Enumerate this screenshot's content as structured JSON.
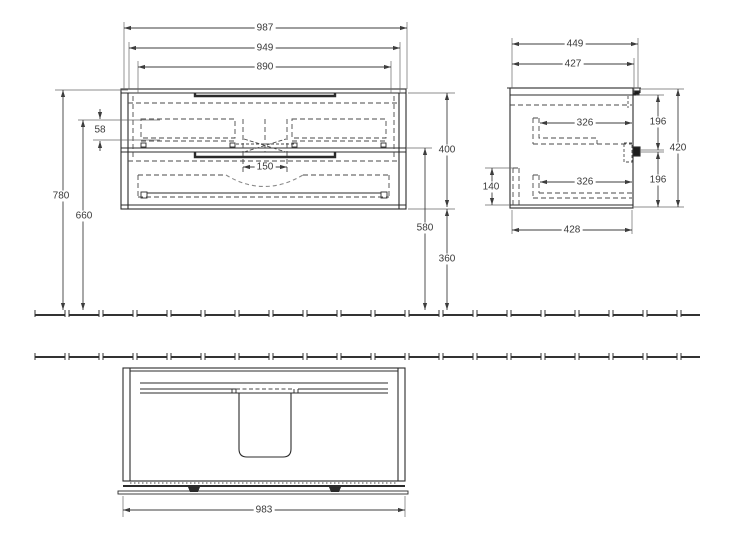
{
  "drawing": {
    "kind": "technical-dimension-drawing",
    "subject": "wall-mounted vanity unit with washbasin (front, side and bottom views)",
    "units": "mm",
    "colors": {
      "line": "#2b2b2b",
      "dim_line": "#3d3d3d",
      "hidden_line": "#4a4a4a",
      "arc": "#8a8a8a",
      "background": "#ffffff"
    },
    "front_view": {
      "overall_width": "987",
      "cabinet_width": "949",
      "inner_width": "890",
      "apron_height": "58",
      "drain_cutout_width": "150",
      "cabinet_height": "400",
      "mid_level_height": "580",
      "floor_clearance": "360",
      "overall_height": "780",
      "drawer_level_height": "660"
    },
    "side_view": {
      "overall_depth": "449",
      "top_depth": "427",
      "drawer_depth_top": "326",
      "drawer_depth_bottom": "326",
      "upper_section_height": "196",
      "lower_section_height": "196",
      "overall_height": "420",
      "back_recess_height": "140",
      "bottom_depth": "428"
    },
    "plan_view": {
      "overall_width": "983"
    }
  }
}
